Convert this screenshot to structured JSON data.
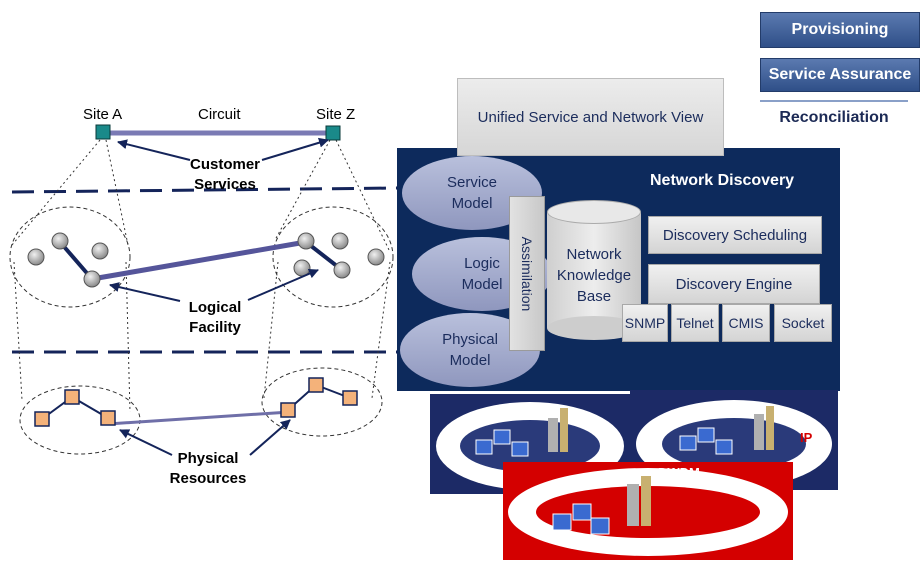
{
  "buttons": {
    "provisioning": "Provisioning",
    "service_assurance": "Service Assurance",
    "reconciliation": "Reconciliation"
  },
  "unified_view": "Unified Service and Network View",
  "network_discovery": {
    "title": "Network Discovery",
    "models": [
      "Service\nModel",
      "Logic\nModel",
      "Physical\nModel"
    ],
    "assimilation": "Assimilation",
    "knowledge_base": "Network\nKnowledge\nBase",
    "scheduling": "Discovery Scheduling",
    "engine": "Discovery Engine",
    "protocols": [
      "SNMP",
      "Telnet",
      "CMIS",
      "Socket"
    ]
  },
  "left_diagram": {
    "site_a": "Site A",
    "site_z": "Site Z",
    "circuit": "Circuit",
    "customer_services": "Customer\nServices",
    "logical_facility": "Logical\nFacility",
    "physical_resources": "Physical\nResources"
  },
  "networks": {
    "ip": "IP",
    "dwdm": "DWDM"
  },
  "colors": {
    "panel": "#0d2a5c",
    "link": "#6a6aa8",
    "dwdm_bg": "#d40000",
    "cloud_bg": "#1c2a66"
  }
}
